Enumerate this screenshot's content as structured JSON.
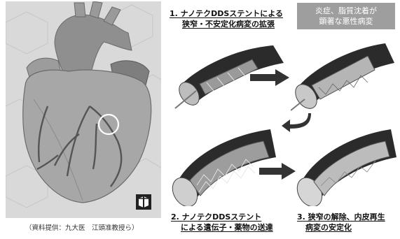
{
  "credit": "（資料提供：九大医　江頭准教授ら）",
  "callout": {
    "line1": "炎症、脂質沈着が",
    "line2": "顕著な悪性病変"
  },
  "steps": [
    {
      "line1": "1. ナノテクDDSステントによる",
      "line2": "狭窄・不安定化病変の拡張"
    },
    {
      "line1": "2. ナノテクDDSステント",
      "line2": "による遺伝子・薬物の送達"
    },
    {
      "line1": "3. 狭窄の解除、内皮再生",
      "line2": "病変の安定化"
    }
  ],
  "colors": {
    "panel_bg": "#d9d9d9",
    "callout_bg": "#9e9e9e",
    "vessel_dark": "#2b2b2b",
    "arrow": "#333333"
  }
}
